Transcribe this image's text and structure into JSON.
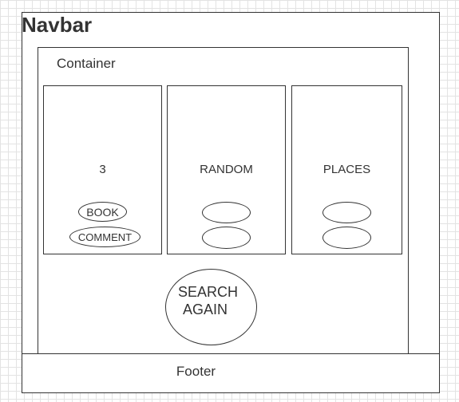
{
  "navbar": {
    "title": "Navbar"
  },
  "container": {
    "label": "Container"
  },
  "columns": [
    {
      "label": "3",
      "buttons": [
        "BOOK",
        "COMMENT"
      ]
    },
    {
      "label": "RANDOM",
      "buttons": [
        "",
        ""
      ]
    },
    {
      "label": "PLACES",
      "buttons": [
        "",
        ""
      ]
    }
  ],
  "search_button": {
    "line1": "SEARCH",
    "line2": "AGAIN"
  },
  "footer": {
    "label": "Footer"
  }
}
